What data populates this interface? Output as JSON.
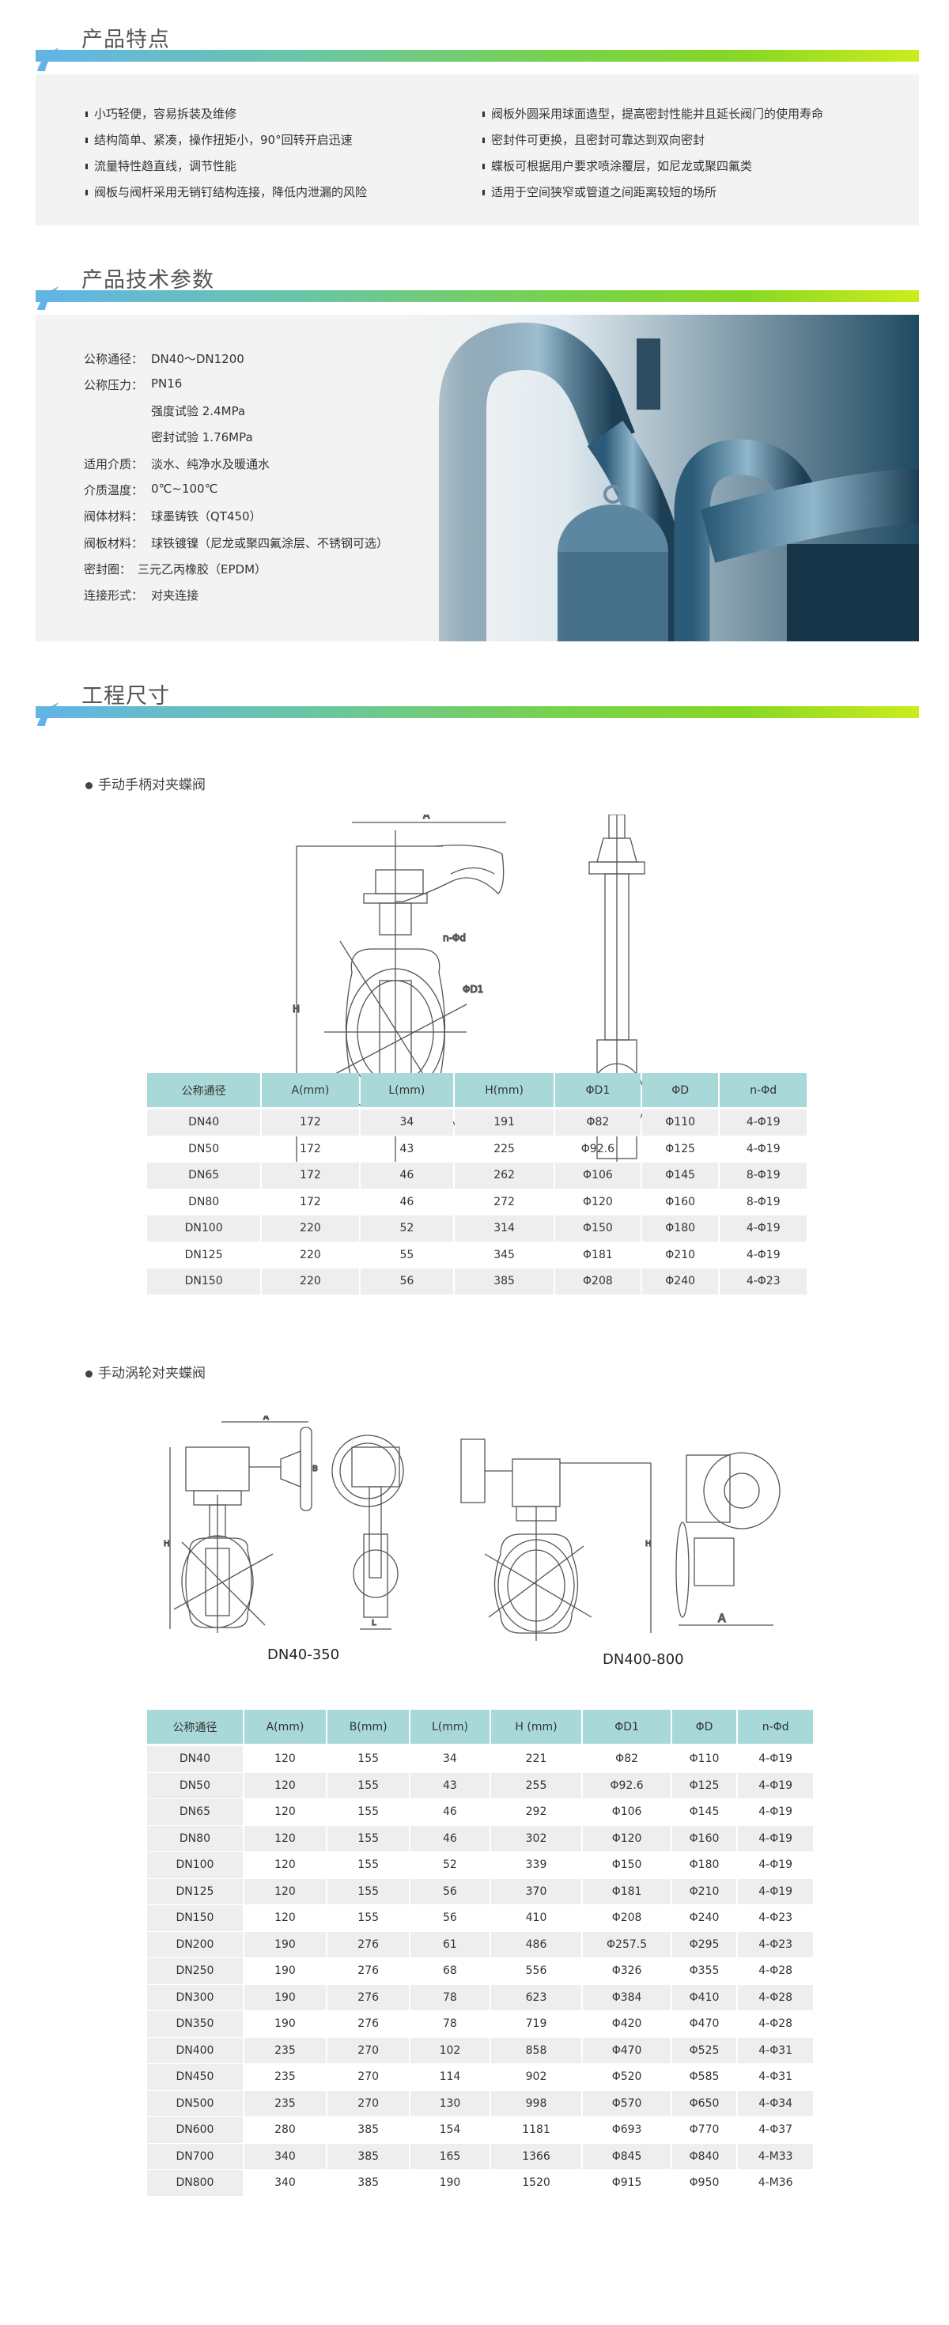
{
  "sections": {
    "features": {
      "title": "产品特点",
      "items_left": [
        "小巧轻便，容易拆装及维修",
        "结构简单、紧凑，操作扭矩小，90°回转开启迅速",
        "流量特性趋直线，调节性能",
        "阀板与阀杆采用无销钉结构连接，降低内泄漏的风险"
      ],
      "items_right": [
        "阀板外圆采用球面造型，提高密封性能并且延长阀门的使用寿命",
        "密封件可更换，且密封可靠达到双向密封",
        "蝶板可根据用户要求喷涂覆层，如尼龙或聚四氟类",
        "适用于空间狭窄或管道之间距离较短的场所"
      ]
    },
    "specs": {
      "title": "产品技术参数",
      "rows": [
        {
          "label": "公称通径：",
          "value": "DN40～DN1200"
        },
        {
          "label": "公称压力：",
          "value": "PN16"
        },
        {
          "label": "",
          "value": "强度试验 2.4MPa"
        },
        {
          "label": "",
          "value": "密封试验 1.76MPa"
        },
        {
          "label": "适用介质：",
          "value": "淡水、纯净水及暖通水"
        },
        {
          "label": "介质温度：",
          "value": "0℃~100℃"
        },
        {
          "label": "阀体材料：",
          "value": "球墨铸铁（QT450）"
        },
        {
          "label": "阀板材料：",
          "value": "球铁镀镍（尼龙或聚四氟涂层、不锈钢可选）"
        },
        {
          "label": "密封圈：",
          "value": "三元乙丙橡胶（EPDM）"
        },
        {
          "label": "连接形式：",
          "value": "对夹连接"
        }
      ]
    },
    "dimensions": {
      "title": "工程尺寸"
    }
  },
  "handle_valve": {
    "subtitle": "手动手柄对夹蝶阀",
    "headers": [
      "公称通径",
      "A(mm)",
      "L(mm)",
      "H(mm)",
      "ΦD1",
      "ΦD",
      "n-Φd"
    ],
    "rows": [
      [
        "DN40",
        "172",
        "34",
        "191",
        "Φ82",
        "Φ110",
        "4-Φ19"
      ],
      [
        "DN50",
        "172",
        "43",
        "225",
        "Φ92.6",
        "Φ125",
        "4-Φ19"
      ],
      [
        "DN65",
        "172",
        "46",
        "262",
        "Φ106",
        "Φ145",
        "8-Φ19"
      ],
      [
        "DN80",
        "172",
        "46",
        "272",
        "Φ120",
        "Φ160",
        "8-Φ19"
      ],
      [
        "DN100",
        "220",
        "52",
        "314",
        "Φ150",
        "Φ180",
        "4-Φ19"
      ],
      [
        "DN125",
        "220",
        "55",
        "345",
        "Φ181",
        "Φ210",
        "4-Φ19"
      ],
      [
        "DN150",
        "220",
        "56",
        "385",
        "Φ208",
        "Φ240",
        "4-Φ23"
      ]
    ]
  },
  "worm_valve": {
    "subtitle": "手动涡轮对夹蝶阀",
    "caption_small": "DN40-350",
    "caption_large": "DN400-800",
    "headers": [
      "公称通径",
      "A(mm)",
      "B(mm)",
      "L(mm)",
      "H (mm)",
      "ΦD1",
      "ΦD",
      "n-Φd"
    ],
    "rows": [
      [
        "DN40",
        "120",
        "155",
        "34",
        "221",
        "Φ82",
        "Φ110",
        "4-Φ19"
      ],
      [
        "DN50",
        "120",
        "155",
        "43",
        "255",
        "Φ92.6",
        "Φ125",
        "4-Φ19"
      ],
      [
        "DN65",
        "120",
        "155",
        "46",
        "292",
        "Φ106",
        "Φ145",
        "4-Φ19"
      ],
      [
        "DN80",
        "120",
        "155",
        "46",
        "302",
        "Φ120",
        "Φ160",
        "4-Φ19"
      ],
      [
        "DN100",
        "120",
        "155",
        "52",
        "339",
        "Φ150",
        "Φ180",
        "4-Φ19"
      ],
      [
        "DN125",
        "120",
        "155",
        "56",
        "370",
        "Φ181",
        "Φ210",
        "4-Φ19"
      ],
      [
        "DN150",
        "120",
        "155",
        "56",
        "410",
        "Φ208",
        "Φ240",
        "4-Φ23"
      ],
      [
        "DN200",
        "190",
        "276",
        "61",
        "486",
        "Φ257.5",
        "Φ295",
        "4-Φ23"
      ],
      [
        "DN250",
        "190",
        "276",
        "68",
        "556",
        "Φ326",
        "Φ355",
        "4-Φ28"
      ],
      [
        "DN300",
        "190",
        "276",
        "78",
        "623",
        "Φ384",
        "Φ410",
        "4-Φ28"
      ],
      [
        "DN350",
        "190",
        "276",
        "78",
        "719",
        "Φ420",
        "Φ470",
        "4-Φ28"
      ],
      [
        "DN400",
        "235",
        "270",
        "102",
        "858",
        "Φ470",
        "Φ525",
        "4-Φ31"
      ],
      [
        "DN450",
        "235",
        "270",
        "114",
        "902",
        "Φ520",
        "Φ585",
        "4-Φ31"
      ],
      [
        "DN500",
        "235",
        "270",
        "130",
        "998",
        "Φ570",
        "Φ650",
        "4-Φ34"
      ],
      [
        "DN600",
        "280",
        "385",
        "154",
        "1181",
        "Φ693",
        "Φ770",
        "4-Φ37"
      ],
      [
        "DN700",
        "340",
        "385",
        "165",
        "1366",
        "Φ845",
        "Φ840",
        "4-M33"
      ],
      [
        "DN800",
        "340",
        "385",
        "190",
        "1520",
        "Φ915",
        "Φ950",
        "4-M36"
      ]
    ]
  },
  "drawing_labels": {
    "A": "A",
    "B": "B",
    "H": "H",
    "L": "L",
    "D1": "ΦD1",
    "D": "ΦD",
    "nd": "n-Φd"
  },
  "colors": {
    "table_header": "#a8d8d8",
    "row_stripe": "#eeeeee",
    "panel": "#f3f3f3"
  }
}
